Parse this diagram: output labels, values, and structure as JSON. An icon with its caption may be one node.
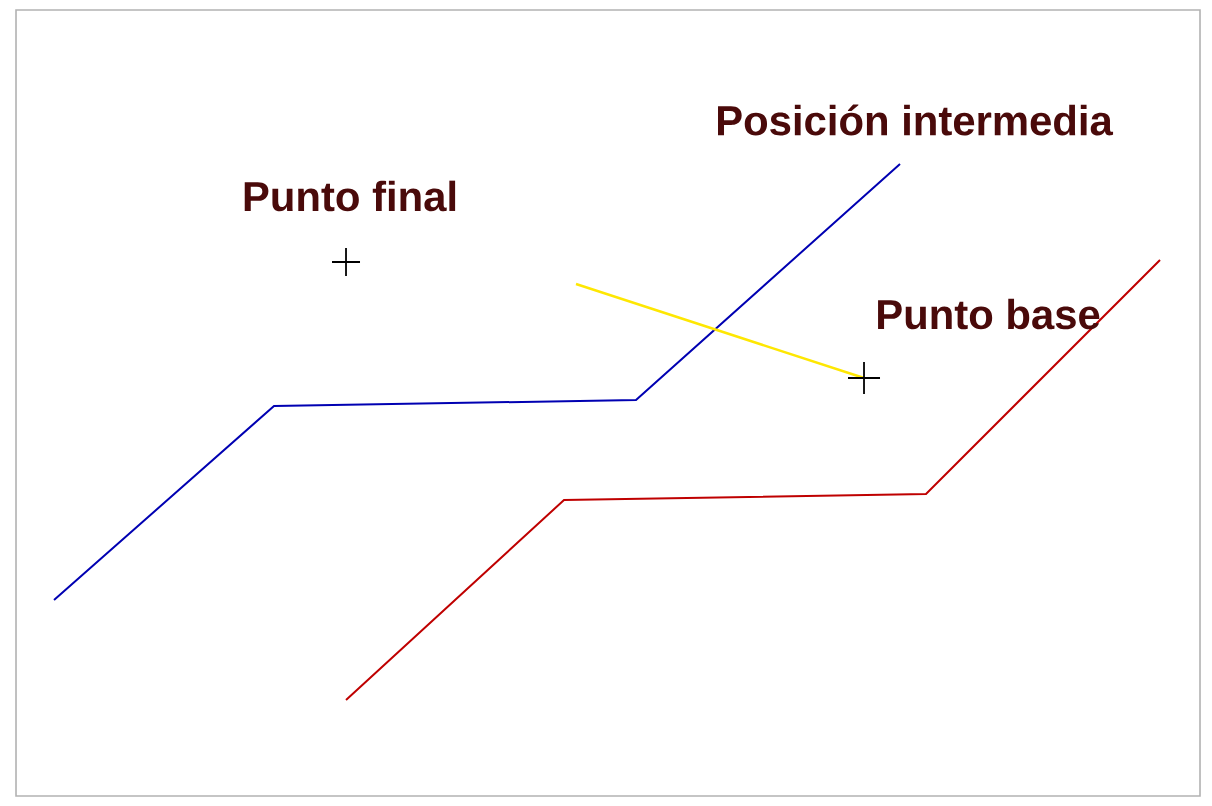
{
  "diagram": {
    "labels": [
      "Posición intermedia",
      "Punto final",
      "Punto base"
    ]
  }
}
